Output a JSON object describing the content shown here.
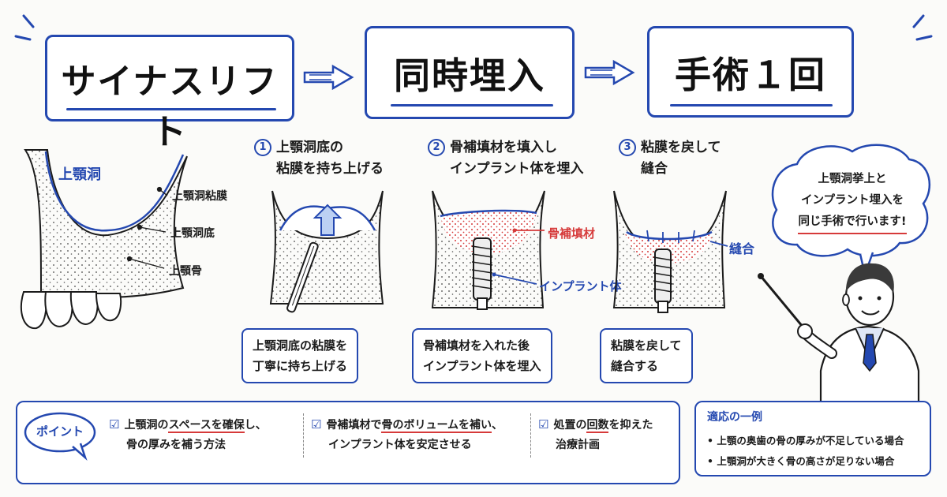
{
  "header": {
    "box1": "サイナスリフト",
    "box2": "同時埋入",
    "box3": "手術１回"
  },
  "anatomy": {
    "sinus": "上顎洞",
    "membrane": "上顎洞粘膜",
    "floor": "上顎洞底",
    "bone": "上顎骨"
  },
  "steps": [
    {
      "num": "1",
      "title_line1": "上顎洞底の",
      "title_line2": "粘膜を持ち上げる",
      "caption_line1": "上顎洞底の粘膜を",
      "caption_line2": "丁寧に持ち上げる"
    },
    {
      "num": "2",
      "title_line1": "骨補填材を填入し",
      "title_line2": "インプラント体を埋入",
      "label_graft": "骨補填材",
      "label_implant": "インプラント体",
      "caption_line1": "骨補填材を入れた後",
      "caption_line2": "インプラント体を埋入"
    },
    {
      "num": "3",
      "title_line1": "粘膜を戻して",
      "title_line2": "縫合",
      "label_suture": "縫合",
      "caption_line1": "粘膜を戻して",
      "caption_line2": "縫合する"
    }
  ],
  "speech": {
    "line1": "上顎洞挙上と",
    "line2": "インプラント埋入を",
    "line3": "同じ手術で行います!"
  },
  "point": {
    "badge": "ポイント",
    "item1_a": "上顎洞の",
    "item1_b": "スペースを確保",
    "item1_c": "し、",
    "item1_line2": "骨の厚みを補う方法",
    "item2_a": "骨補填材で",
    "item2_b": "骨のボリュームを補い",
    "item2_c": "、",
    "item2_line2": "インプラント体を安定させる",
    "item3_a": "処置の",
    "item3_b": "回数",
    "item3_c": "を抑えた",
    "item3_line2": "治療計画"
  },
  "usage": {
    "title": "適応の一例",
    "items": [
      "• 上顎の奥歯の骨の厚みが不足している場合",
      "• 上顎洞が大きく骨の高さが足りない場合"
    ]
  },
  "colors": {
    "accent": "#2448b0",
    "red": "#d63a3a",
    "ink": "#1b1b1b"
  }
}
